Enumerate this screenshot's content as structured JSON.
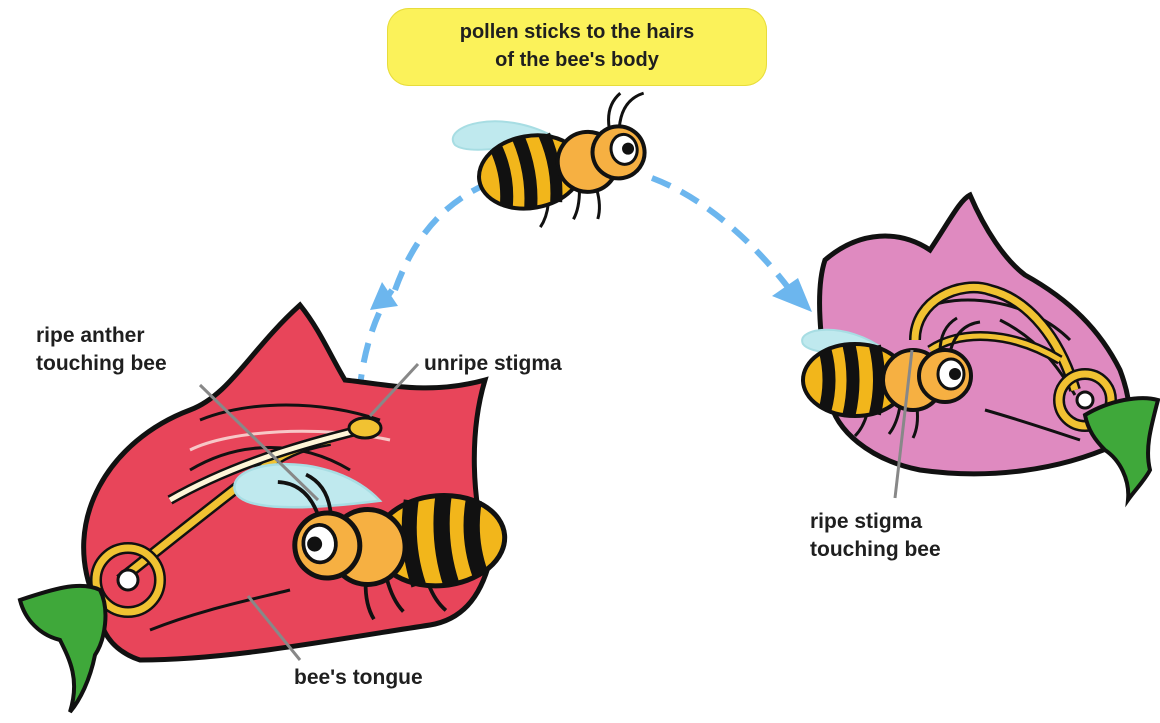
{
  "banner": {
    "line1": "pollen sticks to the hairs",
    "line2": "of the bee's body"
  },
  "labels": {
    "ripe_anther_line1": "ripe anther",
    "ripe_anther_line2": "touching bee",
    "unripe_stigma": "unripe stigma",
    "bees_tongue": "bee's tongue",
    "ripe_stigma_line1": "ripe stigma",
    "ripe_stigma_line2": "touching bee"
  },
  "colors": {
    "left_flower": "#e8455a",
    "right_flower": "#df8ac0",
    "stem": "#3fa83a",
    "stamen": "#f1c232",
    "arrow": "#6cb6ee",
    "banner": "#fbf25a",
    "bee_stripe": "#f2b61b",
    "bee_fuzz": "#f6b042",
    "wing": "#bfe9ee"
  }
}
